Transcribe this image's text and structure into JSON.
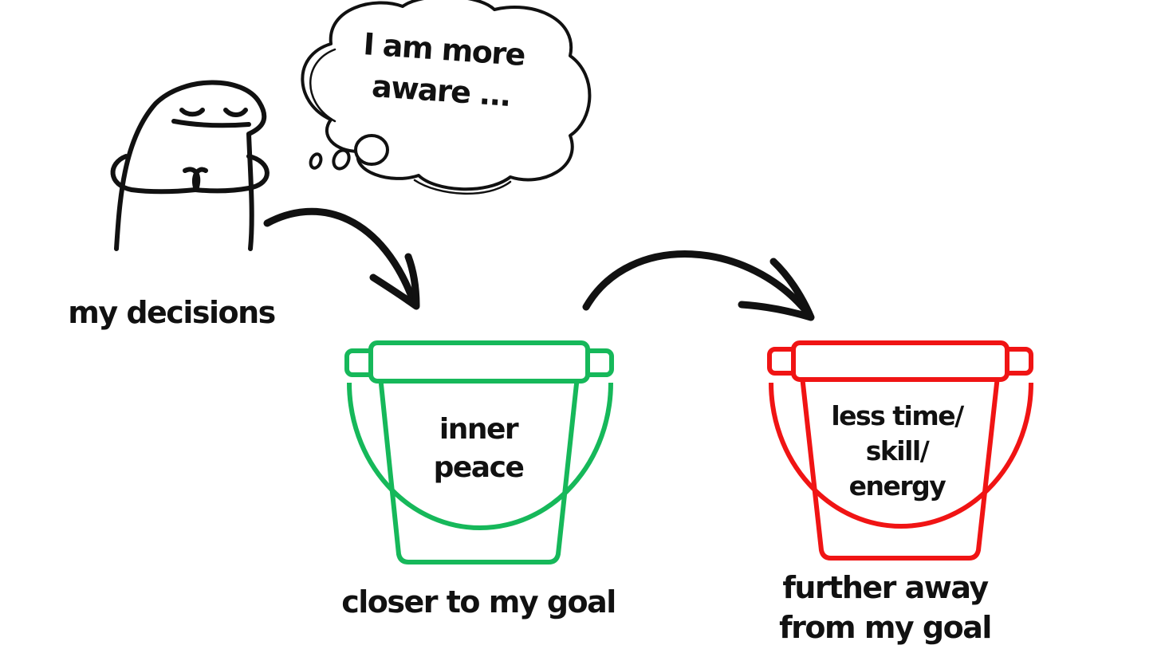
{
  "thought_bubble": {
    "line1": "I am more",
    "line2": "aware ..."
  },
  "character_label": "my decisions",
  "green_bucket": {
    "content_line1": "inner",
    "content_line2": "peace",
    "caption": "closer to my goal",
    "color": "#16b85a"
  },
  "red_bucket": {
    "content_line1": "less time/",
    "content_line2": "skill/",
    "content_line3": "energy",
    "caption_line1": "further away",
    "caption_line2": "from my goal",
    "color": "#f01414"
  },
  "icons": {
    "character": "meditating-blob-character-icon",
    "thought": "thought-cloud-icon",
    "arrows": "curved-arrow-icon",
    "bucket": "bucket-icon"
  }
}
